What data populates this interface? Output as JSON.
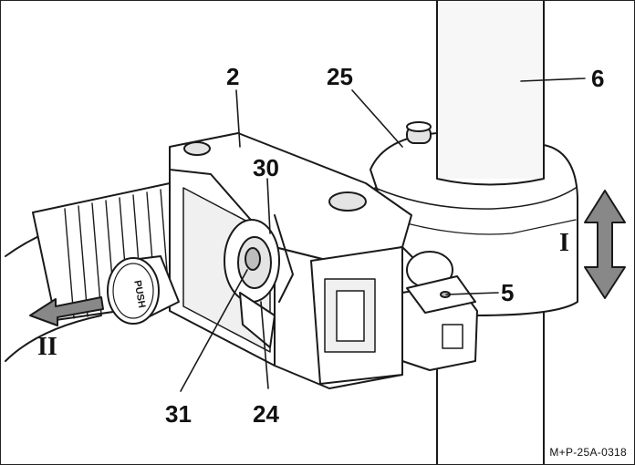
{
  "callouts": {
    "c2": "2",
    "c25": "25",
    "c6": "6",
    "c30": "30",
    "c5": "5",
    "c31": "31",
    "c24": "24",
    "dirI": "I",
    "dirII": "II"
  },
  "push_text": "PUSH",
  "reference_code": "M+P-25A-0318",
  "colors": {
    "ink": "#1a1a1a",
    "fill": "#ffffff",
    "shade": "#e4e4e4",
    "darkshade": "#bdbdbd"
  }
}
